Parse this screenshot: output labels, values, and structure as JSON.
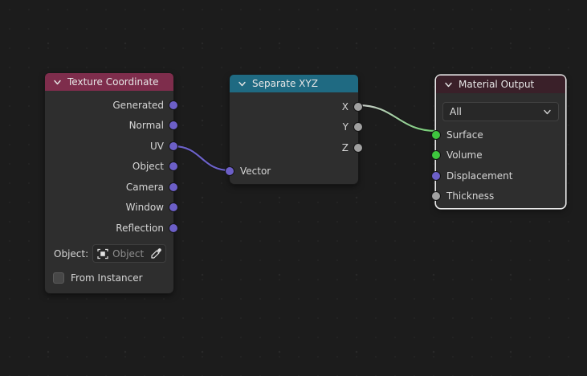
{
  "canvas": {
    "background": "#1c1c1c",
    "grid_dot_color": "#262626"
  },
  "socket_colors": {
    "vector": "#6c5fc7",
    "float": "#a1a1a1",
    "shader": "#3ec63e"
  },
  "nodes": {
    "texture_coordinate": {
      "title": "Texture Coordinate",
      "header_color": "#7e2d4c",
      "outputs": [
        "Generated",
        "Normal",
        "UV",
        "Object",
        "Camera",
        "Window",
        "Reflection"
      ],
      "object_field": {
        "label": "Object:",
        "placeholder": "Object"
      },
      "from_instancer_label": "From Instancer",
      "from_instancer_checked": false
    },
    "separate_xyz": {
      "title": "Separate XYZ",
      "header_color": "#1f6a82",
      "outputs": [
        "X",
        "Y",
        "Z"
      ],
      "inputs": [
        "Vector"
      ]
    },
    "material_output": {
      "title": "Material Output",
      "header_color": "#3a2029",
      "selected": true,
      "target_dropdown": {
        "value": "All"
      },
      "inputs": [
        "Surface",
        "Volume",
        "Displacement",
        "Thickness"
      ]
    }
  },
  "links": [
    {
      "from": "Texture Coordinate.UV",
      "to": "Separate XYZ.Vector",
      "start_color": "#6c62c9",
      "end_color": "#6c62c9"
    },
    {
      "from": "Separate XYZ.X",
      "to": "Material Output.Surface",
      "start_color": "#cccccc",
      "end_color": "#72cf72"
    }
  ]
}
